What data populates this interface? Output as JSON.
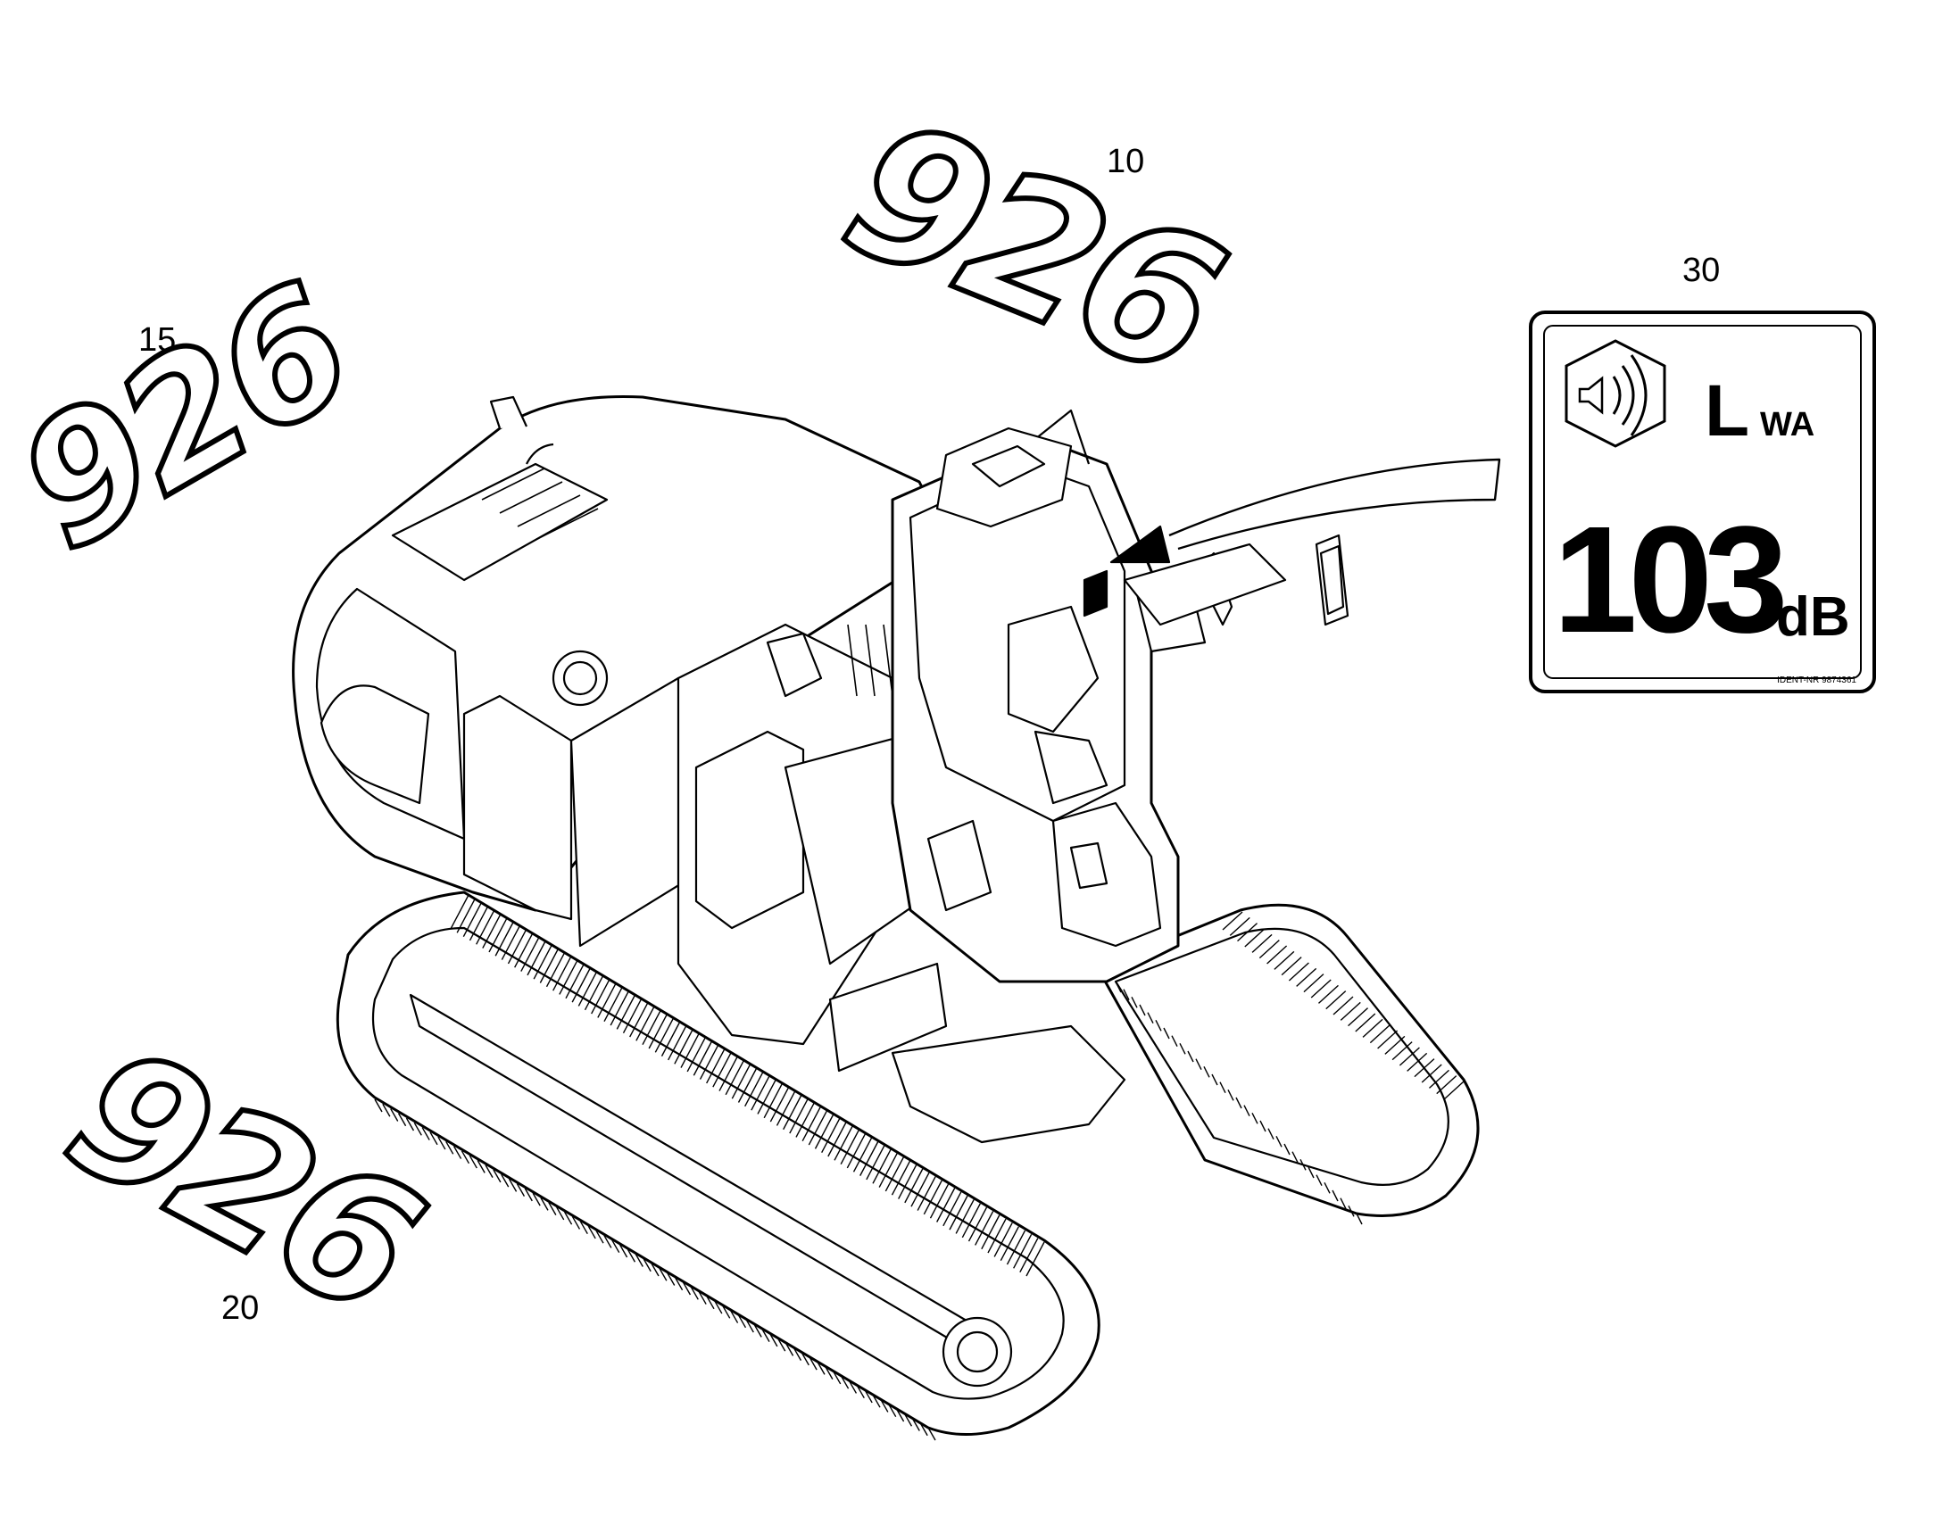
{
  "callouts": {
    "c10": "10",
    "c15": "15",
    "c20": "20",
    "c30": "30"
  },
  "decals": {
    "model_number": "926"
  },
  "noise_label": {
    "symbol": "Lwa",
    "symbol_main": "L",
    "symbol_sub": "WA",
    "value": "103",
    "unit": "dB",
    "ident": "IDENT-NR 9874361",
    "icon": "speaker-in-hexagon-icon"
  },
  "colors": {
    "line": "#000000",
    "background": "#ffffff"
  }
}
